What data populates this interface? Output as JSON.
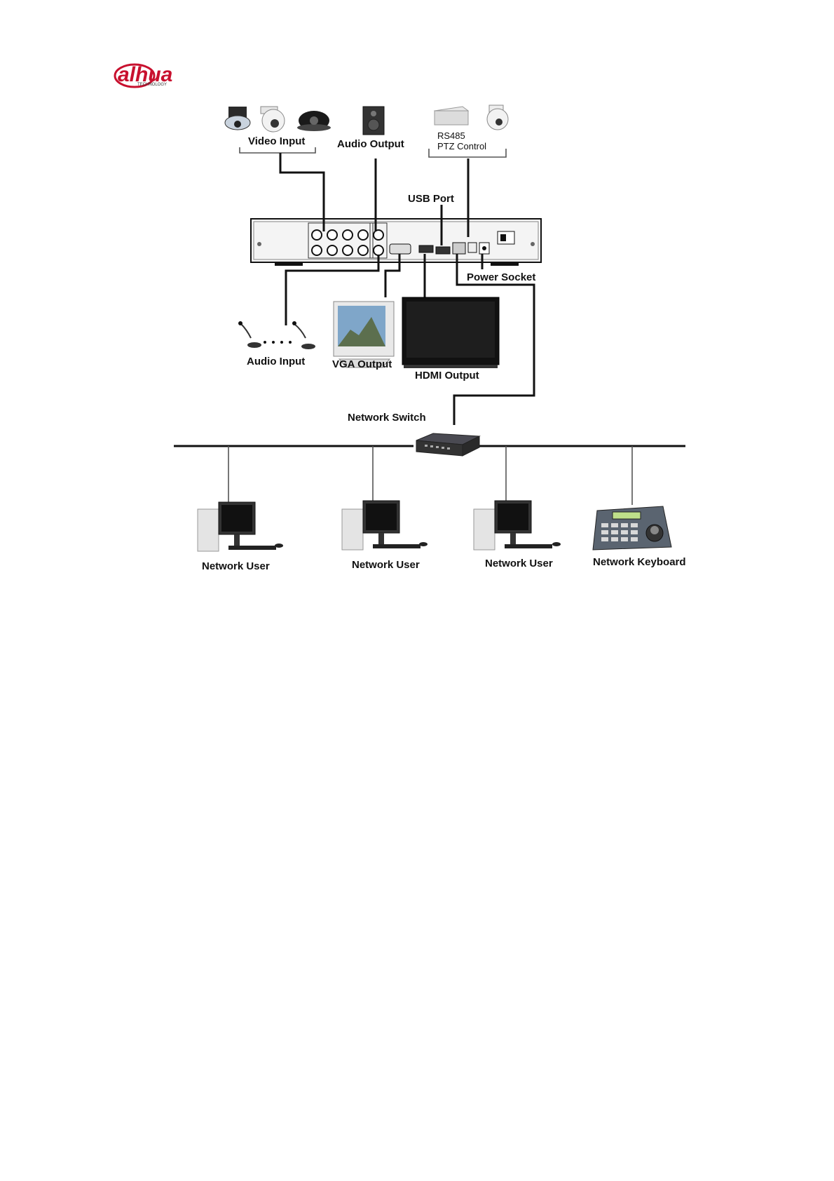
{
  "logo": {
    "wordmark": "alhua",
    "tagline": "TECHNOLOGY",
    "color": "#c8102e"
  },
  "labels": {
    "video_input": "Video Input",
    "audio_output": "Audio Output",
    "rs485": "RS485",
    "ptz_control": "PTZ Control",
    "usb_port": "USB Port",
    "power_socket": "Power Socket",
    "audio_input": "Audio Input",
    "vga_output": "VGA Output",
    "hdmi_output": "HDMI Output",
    "network_switch": "Network Switch",
    "network_user_1": "Network User",
    "network_user_2": "Network User",
    "network_user_3": "Network User",
    "network_keyboard": "Network Keyboard"
  }
}
